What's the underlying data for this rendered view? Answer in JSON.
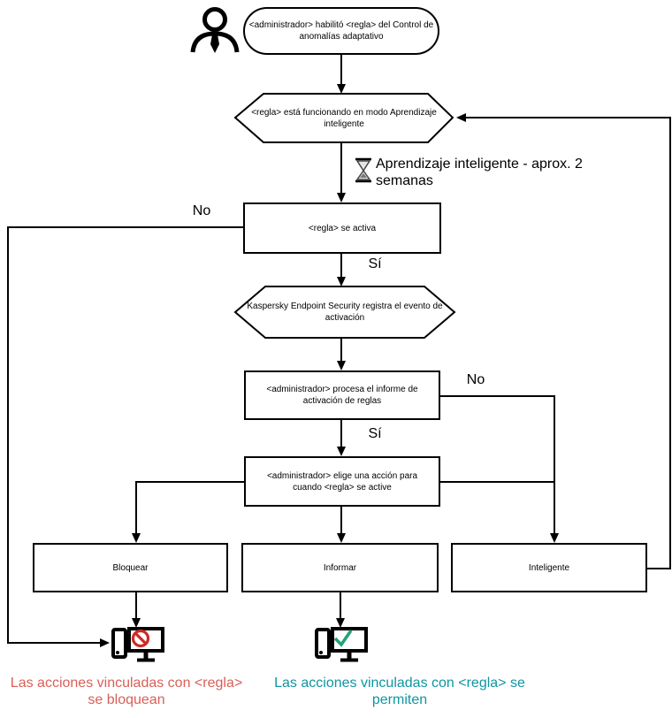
{
  "flowchart": {
    "start": {
      "label": "<administrador> habilitó <regla> del Control de anomalías adaptativo"
    },
    "learning_hex": {
      "label": "<regla> está funcionando en modo Aprendizaje inteligente"
    },
    "learning_note": {
      "label": "Aprendizaje inteligente - aprox. 2 semanas"
    },
    "rule_triggers": {
      "label": "<regla> se activa"
    },
    "event_hex": {
      "label": "Kaspersky Endpoint Security registra el evento de activación"
    },
    "process_report": {
      "label": "<administrador> procesa el informe de activación de reglas"
    },
    "choose_action": {
      "label": "<administrador> elige una acción para cuando <regla> se active"
    },
    "actions": {
      "block": "Bloquear",
      "inform": "Informar",
      "smart": "Inteligente"
    },
    "edge_labels": {
      "no_left": "No",
      "yes_top": "Sí",
      "no_right": "No",
      "yes_bottom": "Sí"
    },
    "outcomes": {
      "blocked": "Las acciones vinculadas con <regla> se bloquean",
      "allowed": "Las acciones vinculadas con <regla> se permiten"
    },
    "colors": {
      "line": "#000000",
      "blocked_text": "#d95f58",
      "allowed_text": "#0f96a0",
      "prohibition_icon": "#cc2b26",
      "check_icon": "#21a37a"
    }
  }
}
